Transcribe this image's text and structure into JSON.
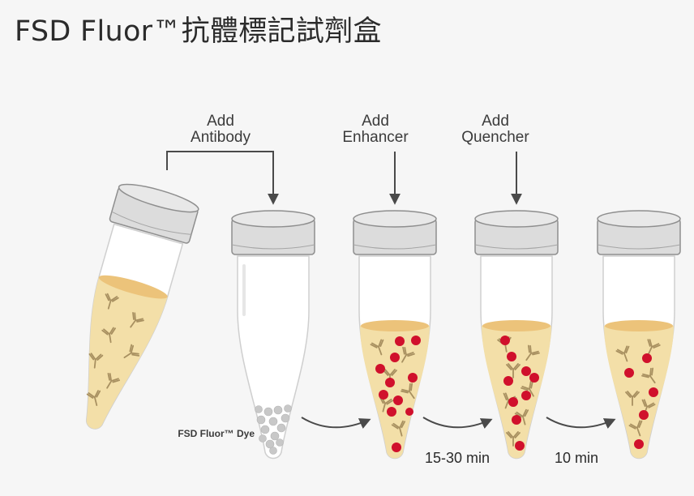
{
  "title": "FSD Fluor™抗體標記試劑盒",
  "steps": [
    {
      "line1": "Add",
      "line2": "Antibody"
    },
    {
      "line1": "Add",
      "line2": "Enhancer"
    },
    {
      "line1": "Add",
      "line2": "Quencher"
    }
  ],
  "dye_label": "FSD Fluor™ Dye",
  "incubations": [
    "15-30 min",
    "10 min"
  ],
  "colors": {
    "cap": "#dcdcdc",
    "liquid": "#f3dfa8",
    "liquid_top": "#ecc37a",
    "antibody": "#a89060",
    "dye_dot": "#d0102c",
    "bead": "#c8c8c8",
    "arrow": "#4a4a4a"
  }
}
